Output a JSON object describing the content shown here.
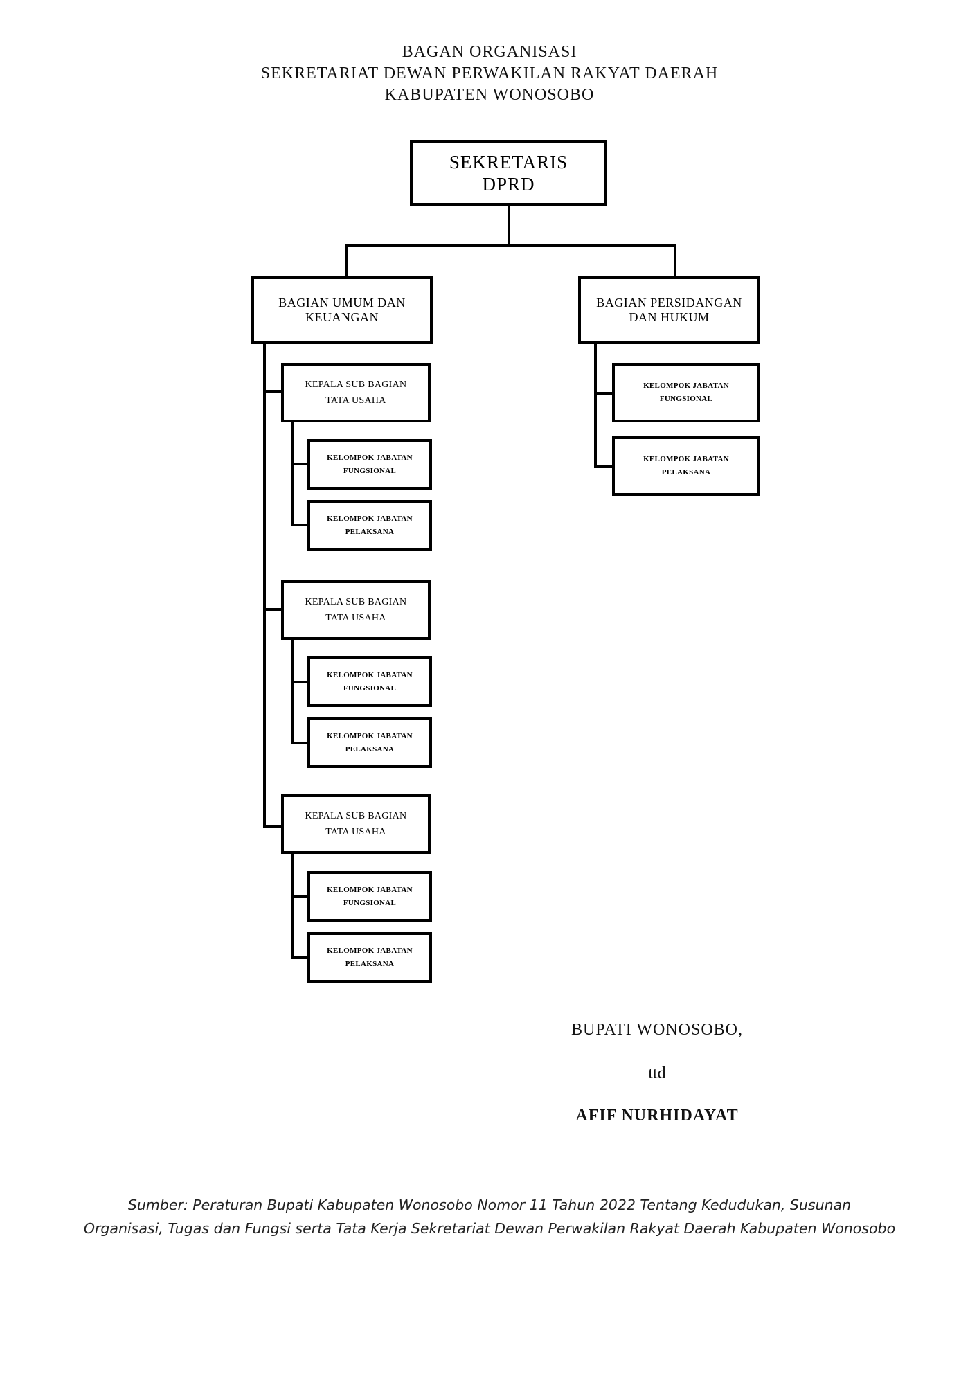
{
  "title": {
    "line1": "BAGAN ORGANISASI",
    "line2": "SEKRETARIAT DEWAN PERWAKILAN RAKYAT DAERAH",
    "line3": "KABUPATEN WONOSOBO"
  },
  "org_chart": {
    "head": {
      "line1": "SEKRETARIS",
      "line2": "DPRD"
    },
    "departments": [
      {
        "line1": "BAGIAN UMUM DAN",
        "line2": "KEUANGAN",
        "subdivisions": [
          {
            "line1": "KEPALA  SUB BAGIAN",
            "line2": "TATA  USAHA",
            "groups": [
              {
                "line1": "KELOMPOK JABATAN",
                "line2": "FUNGSIONAL"
              },
              {
                "line1": "KELOMPOK JABATAN",
                "line2": "PELAKSANA"
              }
            ]
          },
          {
            "line1": "KEPALA  SUB BAGIAN",
            "line2": "TATA  USAHA",
            "groups": [
              {
                "line1": "KELOMPOK JABATAN",
                "line2": "FUNGSIONAL"
              },
              {
                "line1": "KELOMPOK JABATAN",
                "line2": "PELAKSANA"
              }
            ]
          },
          {
            "line1": "KEPALA  SUB BAGIAN",
            "line2": "TATA  USAHA",
            "groups": [
              {
                "line1": "KELOMPOK JABATAN",
                "line2": "FUNGSIONAL"
              },
              {
                "line1": "KELOMPOK JABATAN",
                "line2": "PELAKSANA"
              }
            ]
          }
        ]
      },
      {
        "line1": "BAGIAN PERSIDANGAN",
        "line2": "DAN HUKUM",
        "groups": [
          {
            "line1": "KELOMPOK JABATAN",
            "line2": "FUNGSIONAL"
          },
          {
            "line1": "KELOMPOK JABATAN",
            "line2": "PELAKSANA"
          }
        ]
      }
    ]
  },
  "signature": {
    "title": "BUPATI WONOSOBO,",
    "mark": "ttd",
    "name": "AFIF NURHIDAYAT"
  },
  "source": {
    "line1": "Sumber: Peraturan Bupati Kabupaten Wonosobo Nomor 11 Tahun 2022 Tentang Kedudukan, Susunan",
    "line2": "Organisasi, Tugas dan Fungsi serta Tata Kerja Sekretariat Dewan Perwakilan Rakyat Daerah Kabupaten Wonosobo"
  }
}
